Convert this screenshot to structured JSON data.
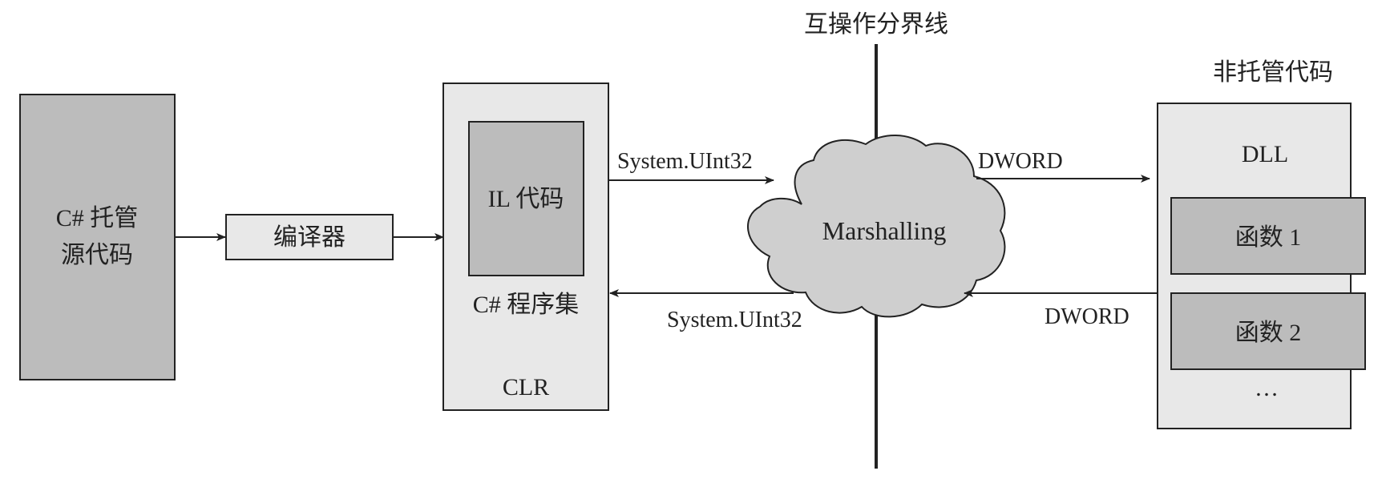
{
  "boundary_label": "互操作分界线",
  "unmanaged_label": "非托管代码",
  "source": {
    "line1": "C# 托管",
    "line2": "源代码"
  },
  "compiler": "编译器",
  "clr": {
    "il_code": "IL 代码",
    "assembly": "C# 程序集",
    "label": "CLR"
  },
  "marshalling": "Marshalling",
  "arrows": {
    "managed_to_marshal": "System.UInt32",
    "marshal_to_managed": "System.UInt32",
    "marshal_to_dll": "DWORD",
    "dll_to_marshal": "DWORD"
  },
  "dll": {
    "title": "DLL",
    "functions": [
      "函数 1",
      "函数 2"
    ],
    "more": "…"
  },
  "colors": {
    "dark_box": "#bcbcbc",
    "light_box": "#e8e8e8",
    "cloud": "#cfcfcf",
    "stroke": "#222222"
  }
}
